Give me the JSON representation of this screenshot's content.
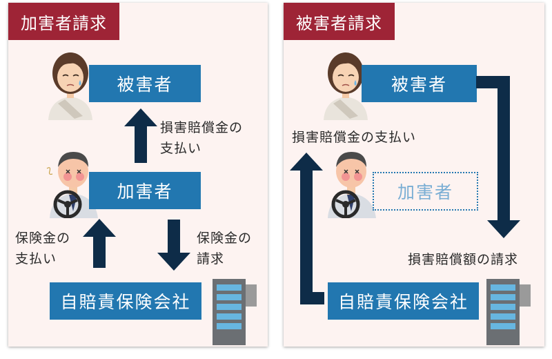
{
  "left": {
    "tab": "加害者請求",
    "victim": "被害者",
    "perpetrator": "加害者",
    "insurer": "自賠責保険会社",
    "pay_damages_1": "損害賠償金の",
    "pay_damages_2": "支払い",
    "ins_pay_1": "保険金の",
    "ins_pay_2": "支払い",
    "ins_claim_1": "保険金の",
    "ins_claim_2": "請求"
  },
  "right": {
    "tab": "被害者請求",
    "victim": "被害者",
    "perpetrator": "加害者",
    "insurer": "自賠責保険会社",
    "pay_damages": "損害賠償金の支払い",
    "claim_damages": "損害賠償額の請求"
  },
  "colors": {
    "tab": "#9e2436",
    "box": "#2277b0",
    "arrow": "#0e2c48",
    "panel": "#fdf3f1"
  },
  "icons": [
    "injured-woman-icon",
    "driver-man-icon",
    "office-building-icon"
  ]
}
